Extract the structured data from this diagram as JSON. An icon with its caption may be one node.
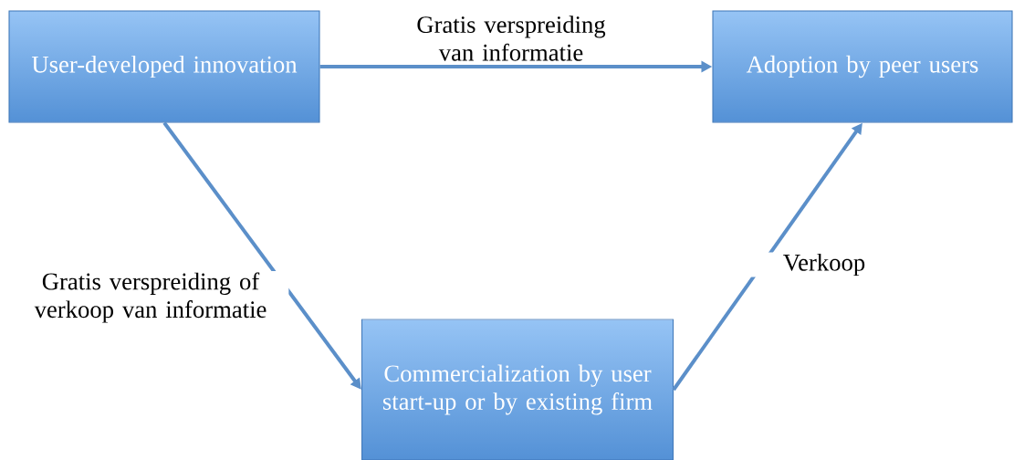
{
  "diagram": {
    "nodes": [
      {
        "text": [
          "User-developed innovation"
        ]
      },
      {
        "text": [
          "Adoption by peer users"
        ]
      },
      {
        "text": [
          "Commercialization by user start-up or by existing firm"
        ]
      }
    ],
    "edges": [
      {
        "from": 0,
        "to": 1,
        "arrow": "to",
        "label": "Gratis verspreiding van informatie"
      },
      {
        "from": 0,
        "to": 2,
        "arrow": "to",
        "label": "Gratis verspreiding of verkoop van informatie"
      },
      {
        "from": 2,
        "to": 1,
        "arrow": "to",
        "label": "Verkoop"
      }
    ]
  }
}
